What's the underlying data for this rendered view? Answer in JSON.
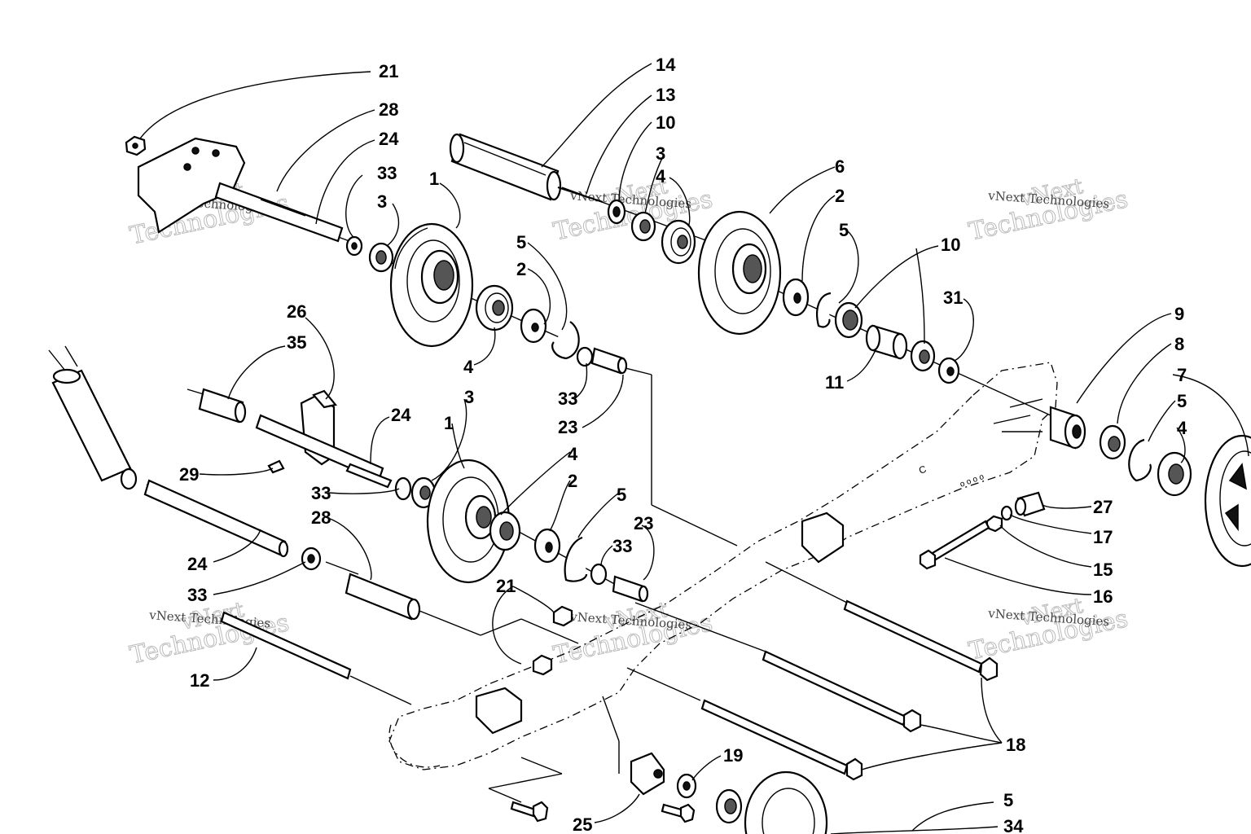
{
  "labels": [
    {
      "id": "21a",
      "text": "21"
    },
    {
      "id": "28a",
      "text": "28"
    },
    {
      "id": "24a",
      "text": "24"
    },
    {
      "id": "33a",
      "text": "33"
    },
    {
      "id": "3a",
      "text": "3"
    },
    {
      "id": "1a",
      "text": "1"
    },
    {
      "id": "14",
      "text": "14"
    },
    {
      "id": "13",
      "text": "13"
    },
    {
      "id": "10a",
      "text": "10"
    },
    {
      "id": "3b",
      "text": "3"
    },
    {
      "id": "4a",
      "text": "4"
    },
    {
      "id": "6",
      "text": "6"
    },
    {
      "id": "2a",
      "text": "2"
    },
    {
      "id": "5a",
      "text": "5"
    },
    {
      "id": "10b",
      "text": "10"
    },
    {
      "id": "31",
      "text": "31"
    },
    {
      "id": "11",
      "text": "11"
    },
    {
      "id": "5b",
      "text": "5"
    },
    {
      "id": "2b",
      "text": "2"
    },
    {
      "id": "4b",
      "text": "4"
    },
    {
      "id": "33b",
      "text": "33"
    },
    {
      "id": "23a",
      "text": "23"
    },
    {
      "id": "26",
      "text": "26"
    },
    {
      "id": "35",
      "text": "35"
    },
    {
      "id": "24b",
      "text": "24"
    },
    {
      "id": "29",
      "text": "29"
    },
    {
      "id": "3c",
      "text": "3"
    },
    {
      "id": "1b",
      "text": "1"
    },
    {
      "id": "33c",
      "text": "33"
    },
    {
      "id": "28b",
      "text": "28"
    },
    {
      "id": "4c",
      "text": "4"
    },
    {
      "id": "2c",
      "text": "2"
    },
    {
      "id": "5c",
      "text": "5"
    },
    {
      "id": "23b",
      "text": "23"
    },
    {
      "id": "33d",
      "text": "33"
    },
    {
      "id": "24c",
      "text": "24"
    },
    {
      "id": "33e",
      "text": "33"
    },
    {
      "id": "21b",
      "text": "21"
    },
    {
      "id": "12",
      "text": "12"
    },
    {
      "id": "9",
      "text": "9"
    },
    {
      "id": "8",
      "text": "8"
    },
    {
      "id": "7",
      "text": "7"
    },
    {
      "id": "5d",
      "text": "5"
    },
    {
      "id": "4d",
      "text": "4"
    },
    {
      "id": "27",
      "text": "27"
    },
    {
      "id": "17",
      "text": "17"
    },
    {
      "id": "15",
      "text": "15"
    },
    {
      "id": "16",
      "text": "16"
    },
    {
      "id": "18",
      "text": "18"
    },
    {
      "id": "19",
      "text": "19"
    },
    {
      "id": "25",
      "text": "25"
    },
    {
      "id": "5e",
      "text": "5"
    },
    {
      "id": "34",
      "text": "34"
    }
  ],
  "watermark": {
    "line1": "vNext",
    "line2": "Technologies",
    "caption": "vNext Technologies"
  }
}
